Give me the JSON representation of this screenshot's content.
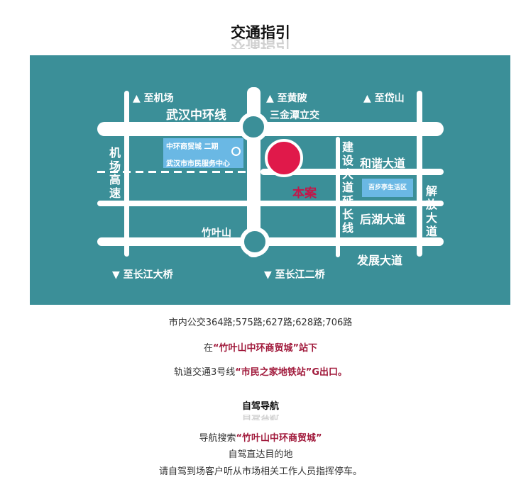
{
  "header": {
    "title": "交通指引"
  },
  "map": {
    "labels": {
      "airport": "▲ 至机场",
      "huangpi": "▲ 至黄陂",
      "daishan": "▲ 至岱山",
      "ring_road": "武汉中环线",
      "sanjintan": "三金潭立交",
      "airport_expressway": "机场高速",
      "jianshe": "建设大道延长线",
      "hexie": "和谐大道",
      "houhu": "后湖大道",
      "jiefang": "解放大道",
      "fazhan": "发展大道",
      "zhuyeshan": "竹叶山",
      "yangtze_bridge": "▼ 至长江大桥",
      "yangtze_bridge2": "▼ 至长江二桥",
      "project": "本案",
      "mall_phase2": "中环商贸城 二期",
      "citizen_center": "武汉市市民服务中心",
      "baibuting": "百步亭生活区"
    },
    "colors": {
      "background": "#3b8f98",
      "marker": "#e0194a",
      "box": "#6ab8e4"
    }
  },
  "transit": {
    "bus": "市内公交364路;575路;627路;628路;706路",
    "stop_prefix": "在",
    "stop_name": "“竹叶山中环商贸城”",
    "stop_suffix": "站下",
    "metro_prefix": "轨道交通3号线",
    "metro_name": "“市民之家地铁站”",
    "metro_suffix": "G出口。"
  },
  "driving": {
    "title": "自驾导航",
    "nav_prefix": "导航搜索",
    "nav_name": "“竹叶山中环商贸城”",
    "line2": "自驾直达目的地",
    "line3": "请自驾到场客户听从市场相关工作人员指挥停车。"
  }
}
